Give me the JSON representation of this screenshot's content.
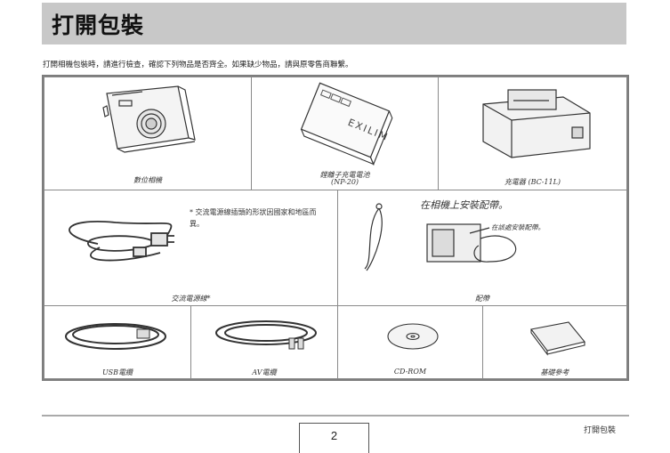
{
  "header": {
    "title": "打開包裝"
  },
  "intro": "打開相機包裝時，請進行檢查，確認下列物品是否齊全。如果缺少物品，請與原零售商聯繫。",
  "items": {
    "camera": "數位相機",
    "battery_line1": "鋰離子充電電池",
    "battery_line2": "(NP-20)",
    "battery_brand": "EXILIM",
    "charger": "充電器 (BC-11L)",
    "ac_cord": "交流電源線*",
    "ac_note": "* 交流電源線插頭的形狀因國家和地區而異。",
    "strap": "配帶",
    "strap_title": "在相機上安裝配帶。",
    "strap_callout": "在該處安裝配帶。",
    "usb": "USB電纜",
    "av": "AV電纜",
    "cdrom": "CD-ROM",
    "reference": "基礎參考"
  },
  "footer": {
    "page_number": "2",
    "section_label": "打開包裝"
  }
}
